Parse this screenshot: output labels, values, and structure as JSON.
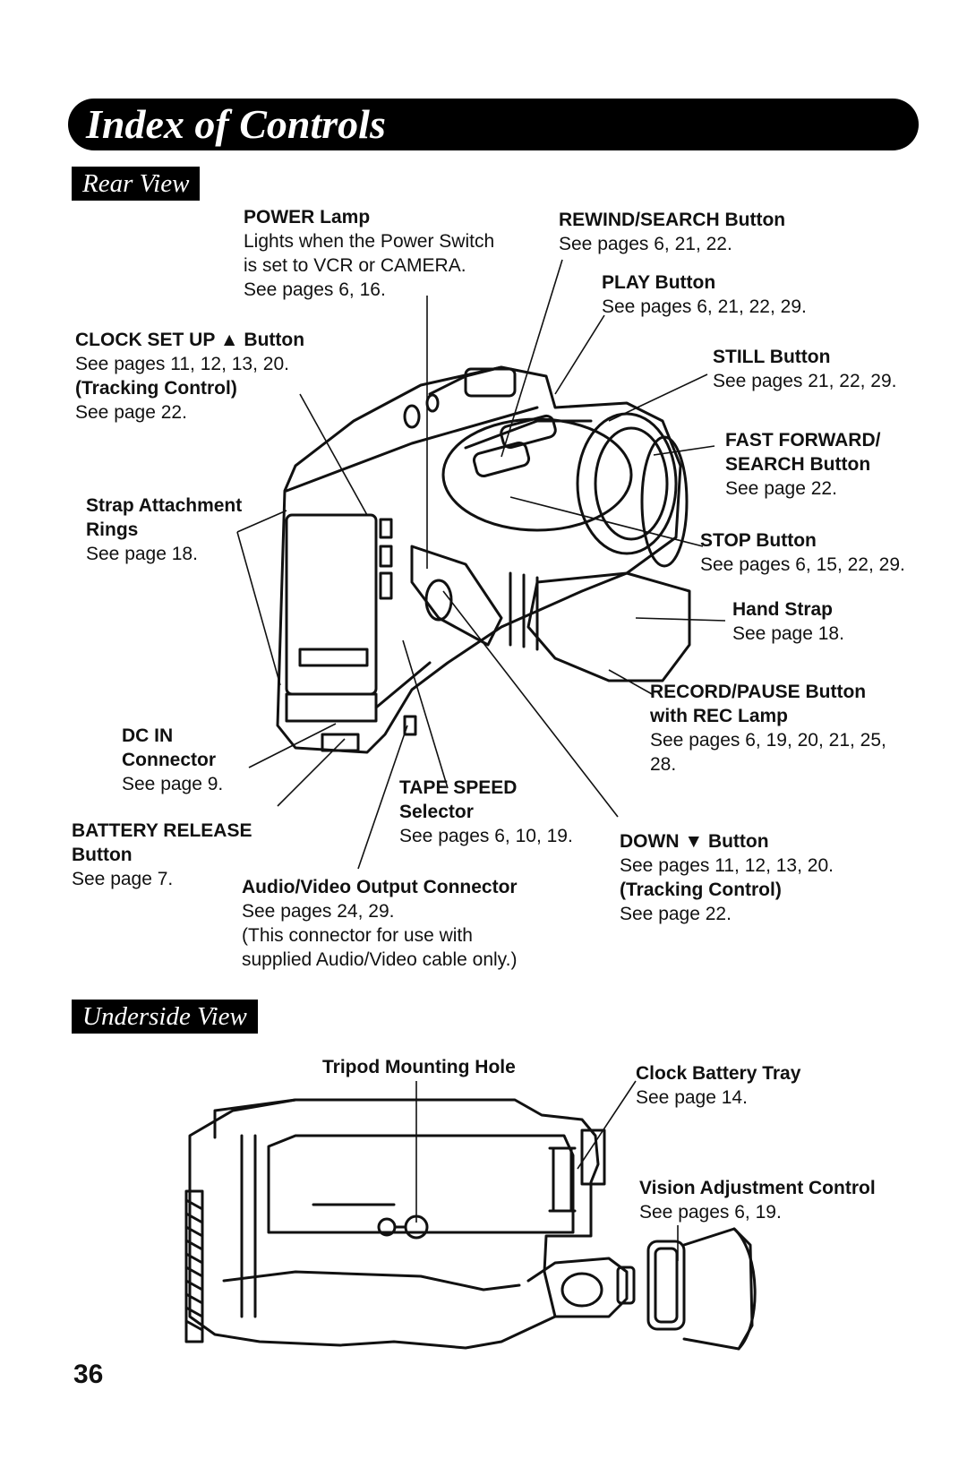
{
  "title": "Index of Controls",
  "page_number": "36",
  "rear_view": {
    "heading": "Rear View",
    "labels": {
      "power_lamp": {
        "title": "POWER Lamp",
        "lines": [
          "Lights when the Power Switch",
          "is set to VCR or CAMERA.",
          "See pages 6, 16."
        ]
      },
      "rewind": {
        "title": "REWIND/SEARCH Button",
        "lines": [
          "See pages 6, 21, 22."
        ]
      },
      "play": {
        "title": "PLAY Button",
        "lines": [
          "See pages 6, 21, 22, 29."
        ]
      },
      "clock_set_up": {
        "title": "CLOCK SET UP ▲ Button",
        "lines": [
          "See pages 11, 12, 13, 20."
        ],
        "title2": "(Tracking Control)",
        "lines2": [
          "See page 22."
        ]
      },
      "still": {
        "title": "STILL Button",
        "lines": [
          "See pages 21, 22, 29."
        ]
      },
      "fast_forward": {
        "title": "FAST FORWARD/",
        "title_cont": "SEARCH Button",
        "lines": [
          "See page 22."
        ]
      },
      "strap_rings": {
        "title": "Strap Attachment",
        "title_cont": "Rings",
        "lines": [
          "See page 18."
        ]
      },
      "stop": {
        "title": "STOP Button",
        "lines": [
          "See pages 6, 15, 22, 29."
        ]
      },
      "hand_strap": {
        "title": "Hand Strap",
        "lines": [
          "See page 18."
        ]
      },
      "record_pause": {
        "title": "RECORD/PAUSE Button",
        "title_cont": "with REC Lamp",
        "lines": [
          "See pages 6, 19, 20, 21, 25,",
          "28."
        ]
      },
      "dc_in": {
        "title": "DC IN",
        "title_cont": "Connector",
        "lines": [
          "See page 9."
        ]
      },
      "tape_speed": {
        "title": "TAPE SPEED",
        "title_cont": "Selector",
        "lines": [
          "See pages 6, 10, 19."
        ]
      },
      "battery_release": {
        "title": "BATTERY RELEASE",
        "title_cont": "Button",
        "lines": [
          "See page 7."
        ]
      },
      "down": {
        "title": "DOWN ▼ Button",
        "lines": [
          "See pages 11, 12, 13, 20."
        ],
        "title2": "(Tracking Control)",
        "lines2": [
          "See page 22."
        ]
      },
      "av_output": {
        "title": "Audio/Video Output  Connector",
        "lines": [
          "See pages 24, 29.",
          "(This connector for use with",
          "supplied Audio/Video cable only.)"
        ]
      }
    }
  },
  "underside_view": {
    "heading": "Underside View",
    "labels": {
      "tripod": {
        "title": "Tripod Mounting Hole"
      },
      "clock_battery": {
        "title": "Clock Battery Tray",
        "lines": [
          "See page 14."
        ]
      },
      "vision": {
        "title": "Vision Adjustment Control",
        "lines": [
          "See pages 6, 19."
        ]
      }
    }
  }
}
